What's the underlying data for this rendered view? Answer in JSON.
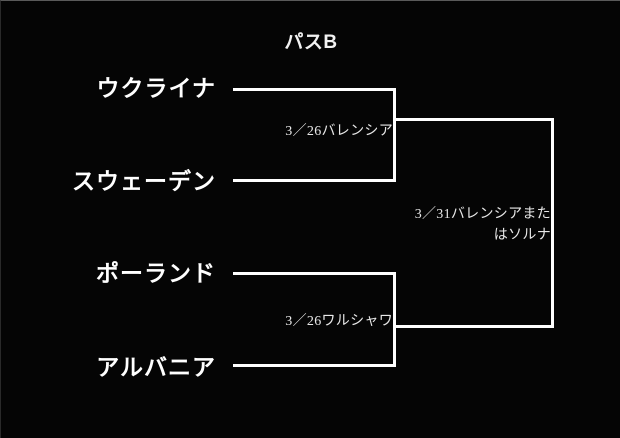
{
  "bracket": {
    "title": "パスB",
    "background_color": "#050505",
    "line_color": "#ffffff",
    "team_text_color": "#ffffff",
    "label_text_color": "#e8e8e8",
    "teams": [
      {
        "name": "ウクライナ",
        "slot": "semifinal-a-top"
      },
      {
        "name": "スウェーデン",
        "slot": "semifinal-a-bottom"
      },
      {
        "name": "ポーランド",
        "slot": "semifinal-b-top"
      },
      {
        "name": "アルバニア",
        "slot": "semifinal-b-bottom"
      }
    ],
    "matches": [
      {
        "id": "semifinal-a",
        "label": "3／26バレンシア"
      },
      {
        "id": "semifinal-b",
        "label": "3／26ワルシャワ"
      },
      {
        "id": "final",
        "label_line1": "3／31バレンシアまた",
        "label_line2": "はソルナ"
      }
    ]
  }
}
